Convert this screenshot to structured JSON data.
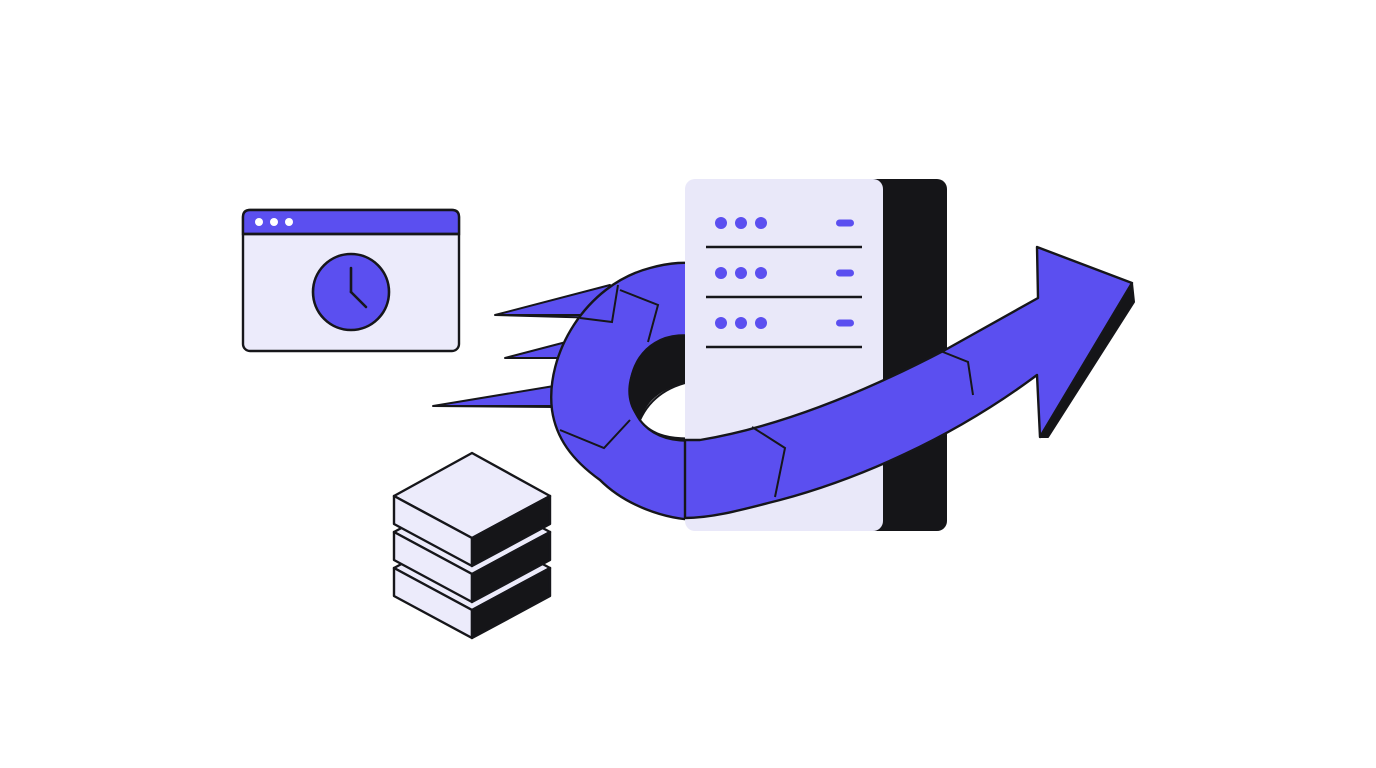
{
  "illustration": {
    "elements": [
      "browser-window-icon",
      "clock-icon",
      "stacked-layers-icon",
      "server-rack-icon",
      "curved-arrow-icon",
      "speed-lines"
    ]
  },
  "colors": {
    "background": "#ffffff",
    "accent": "#5b4ff0",
    "accent_light": "#ecebfb",
    "panel": "#e9e8f9",
    "outline": "#16161a",
    "shadow": "#151518"
  },
  "server": {
    "rows": 3,
    "dots_per_row": 3
  }
}
